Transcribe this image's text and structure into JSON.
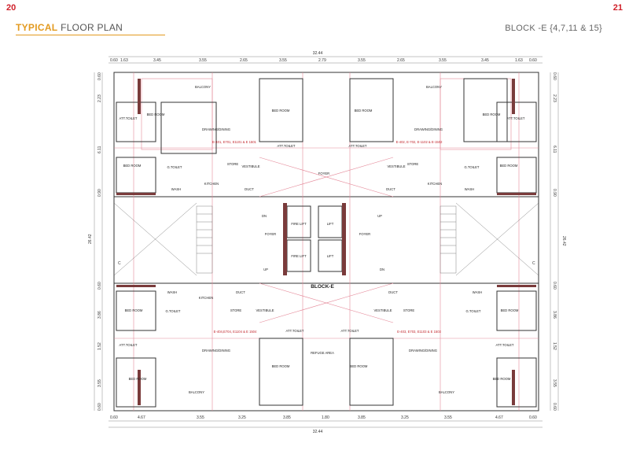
{
  "page": {
    "left_number": "20",
    "right_number": "21",
    "title_accent": "TYPICAL",
    "title_rest": "FLOOR PLAN",
    "block_label": "BLOCK -E {4,7,11 & 15}"
  },
  "dimensions": {
    "top_overall": "32.44",
    "bottom_overall": "32.44",
    "top_segments": [
      "0.60",
      "1.63",
      "3.45",
      "3.55",
      "2.65",
      "3.55",
      "2.79",
      "3.55",
      "2.65",
      "3.55",
      "3.45",
      "1.63",
      "0.60"
    ],
    "bottom_segments": [
      "0.60",
      "4.67",
      "3.55",
      "3.25",
      "3.85",
      "1.80",
      "3.85",
      "3.25",
      "3.55",
      "4.67",
      "0.60"
    ],
    "left_overall": "26.42",
    "right_overall": "26.42",
    "left_segments": [
      "0.60",
      "2.23",
      "6.11",
      "0.90",
      "0.60",
      "3.86",
      "1.52",
      "3.55",
      "0.60"
    ],
    "right_segments": [
      "0.60",
      "2.23",
      "6.11",
      "0.90",
      "0.60",
      "3.86",
      "1.52",
      "3.55",
      "0.60"
    ]
  },
  "rooms": {
    "balcony": "BALCONY",
    "bed_room": "BED ROOM",
    "att_toilet": "ATT.TOILET",
    "drawing_dining": "DRAWING/DINING",
    "kitchen": "KITCHEN",
    "store": "STORE",
    "vestibule": "VESTIBULE",
    "wash": "WASH",
    "g_toilet": "G.TOILET",
    "foyer": "FOYER",
    "fire_lift": "FIRE LIFT",
    "lift": "LIFT",
    "duct": "DUCT",
    "refuge_area": "REFUGE AREA",
    "up": "UP",
    "dn": "DN",
    "block_name": "BLOCK-E",
    "unit_tags": [
      "E-401, E701, E1101 & E 1501",
      "E-402, E-702, E-1102 & E-1502",
      "E-404,E704, E1104 & E 1504",
      "E-403, E703, E1103 & E 1503"
    ],
    "section": "C"
  }
}
